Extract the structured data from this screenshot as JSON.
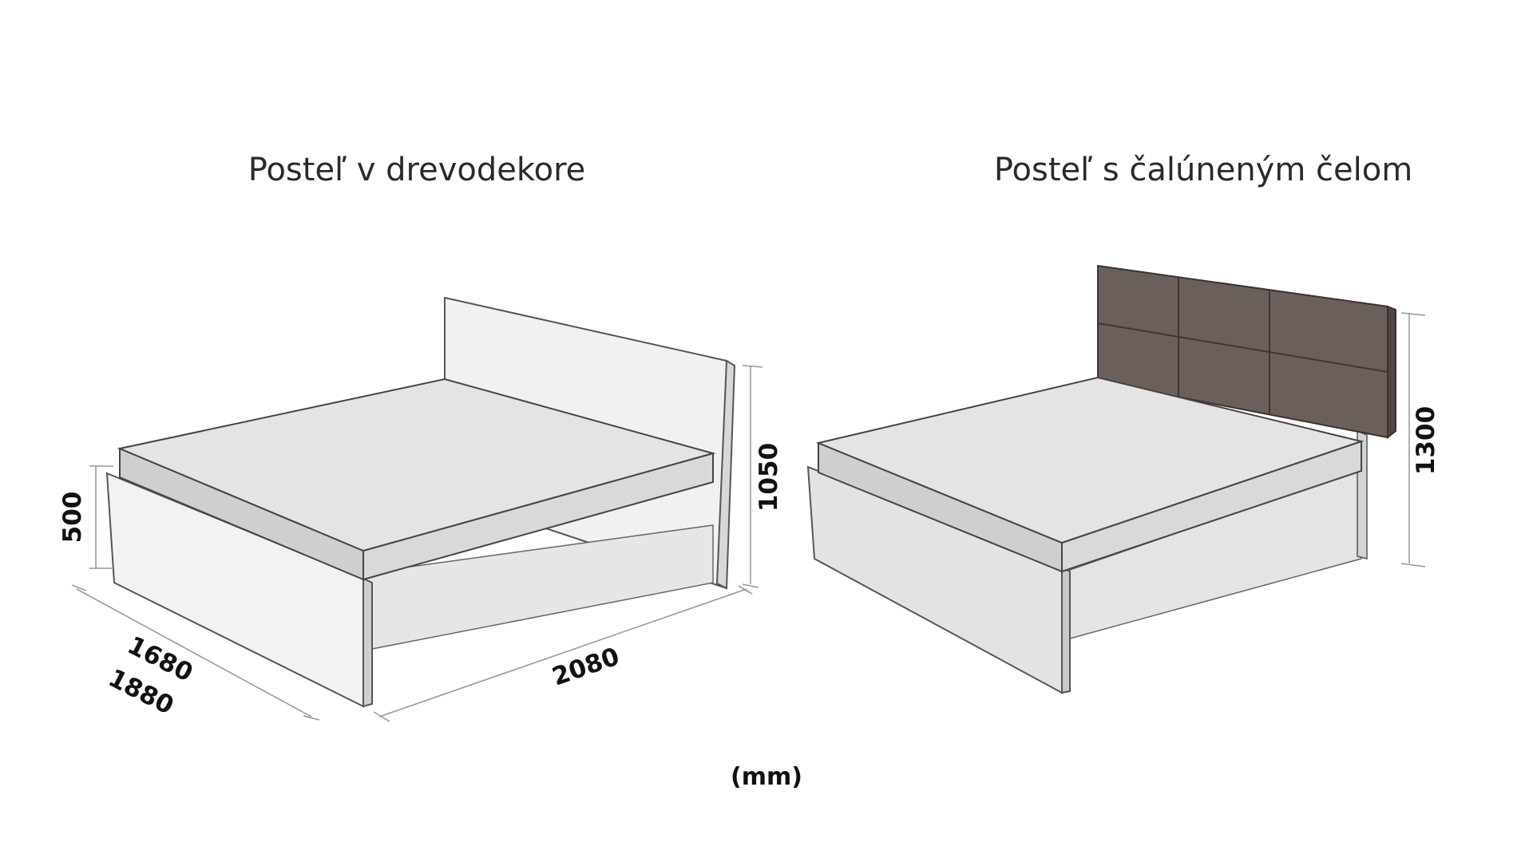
{
  "titles": {
    "left": "Posteľ v drevodekore",
    "right": "Posteľ s čalúneným čelom"
  },
  "unit": "(mm)",
  "dimensions": {
    "left_bed": {
      "height": "500",
      "width_inner": "1680",
      "width_outer": "1880",
      "length": "2080",
      "headboard_height": "1050"
    },
    "right_bed": {
      "headboard_height": "1300"
    }
  },
  "colors": {
    "mattress_top": "#e4e4e4",
    "mattress_side": "#cfcfcf",
    "frame_light": "#f1f1f1",
    "frame_side": "#e2e2e2",
    "headboard_upholstery": "#6b5f5c",
    "dimension_line": "#9a9a9a"
  }
}
